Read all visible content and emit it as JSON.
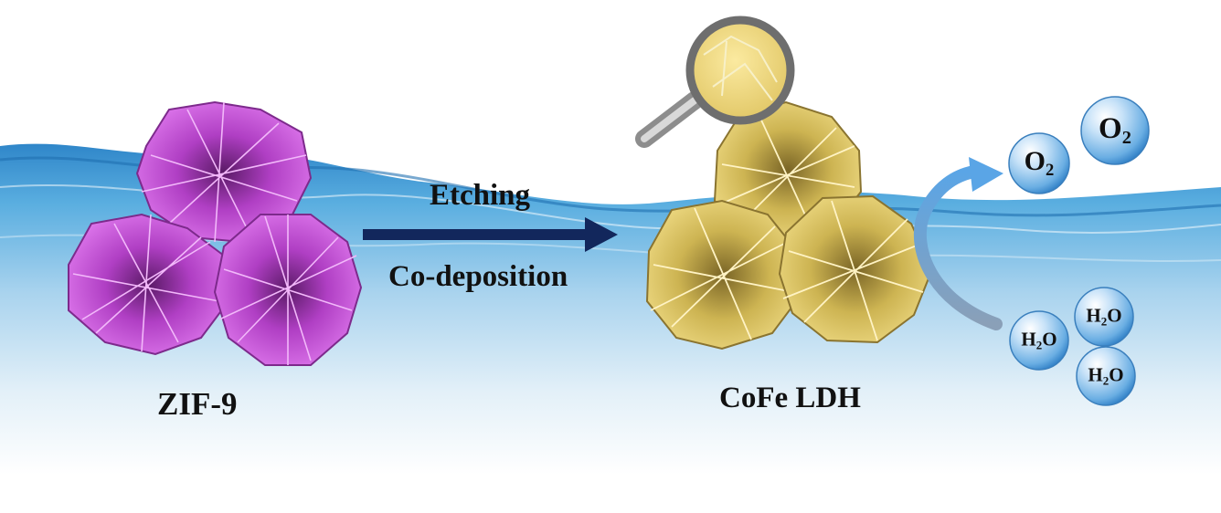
{
  "process": {
    "arrow_top_label": "Etching",
    "arrow_bottom_label": "Co-deposition"
  },
  "precursor": {
    "label": "ZIF-9",
    "color": "#c64fd6"
  },
  "product": {
    "label": "CoFe LDH",
    "color": "#d9c25c"
  },
  "bubbles": {
    "o2": [
      {
        "main": "O",
        "sub": "2"
      },
      {
        "main": "O",
        "sub": "2"
      }
    ],
    "h2o": [
      {
        "pre": "H",
        "sub": "2",
        "post": "O"
      },
      {
        "pre": "H",
        "sub": "2",
        "post": "O"
      },
      {
        "pre": "H",
        "sub": "2",
        "post": "O"
      }
    ]
  },
  "colors": {
    "water": "#4a9fd6",
    "arrow": "#12275c",
    "bubble": "#9ccaf0"
  }
}
